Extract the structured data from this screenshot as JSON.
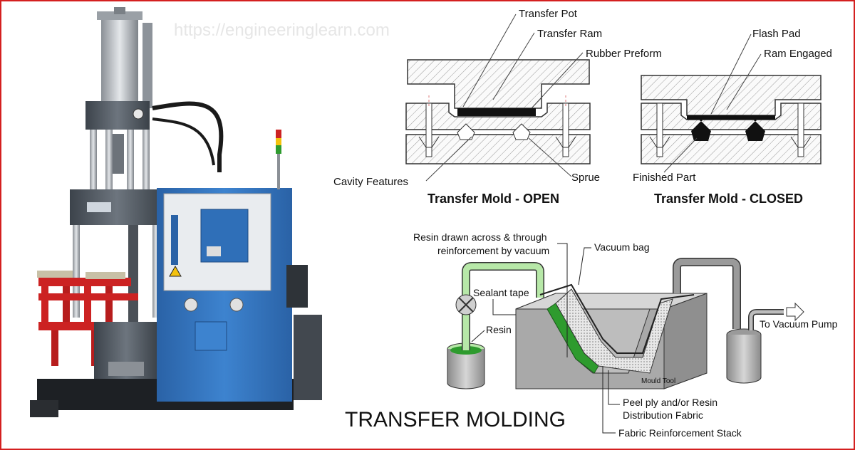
{
  "watermark": "https://engineeringlearn.com",
  "main_title": "TRANSFER MOLDING",
  "transfer_open": {
    "title": "Transfer Mold - OPEN",
    "labels": {
      "transfer_pot": "Transfer Pot",
      "transfer_ram": "Transfer Ram",
      "rubber_preform": "Rubber Preform",
      "cavity_features": "Cavity Features",
      "sprue": "Sprue"
    }
  },
  "transfer_closed": {
    "title": "Transfer Mold - CLOSED",
    "labels": {
      "flash_pad": "Flash Pad",
      "ram_engaged": "Ram Engaged",
      "finished_part": "Finished Part"
    }
  },
  "vacuum_diagram": {
    "resin_drawn_line1": "Resin drawn across & through",
    "resin_drawn_line2": "reinforcement by vacuum",
    "vacuum_bag": "Vacuum bag",
    "sealant_tape": "Sealant tape",
    "resin": "Resin",
    "to_vacuum_pump": "To Vacuum Pump",
    "mould_tool": "Mould Tool",
    "peel_ply_line1": "Peel ply and/or Resin",
    "peel_ply_line2": "Distribution Fabric",
    "fabric_stack": "Fabric Reinforcement Stack"
  },
  "colors": {
    "frame_red": "#d42020",
    "press_blue": "#2f6fb8",
    "press_red": "#cc2222",
    "resin_green": "#2e9b2e",
    "light_green": "#b7e8a8",
    "mold_gray": "#cfcfcf"
  }
}
